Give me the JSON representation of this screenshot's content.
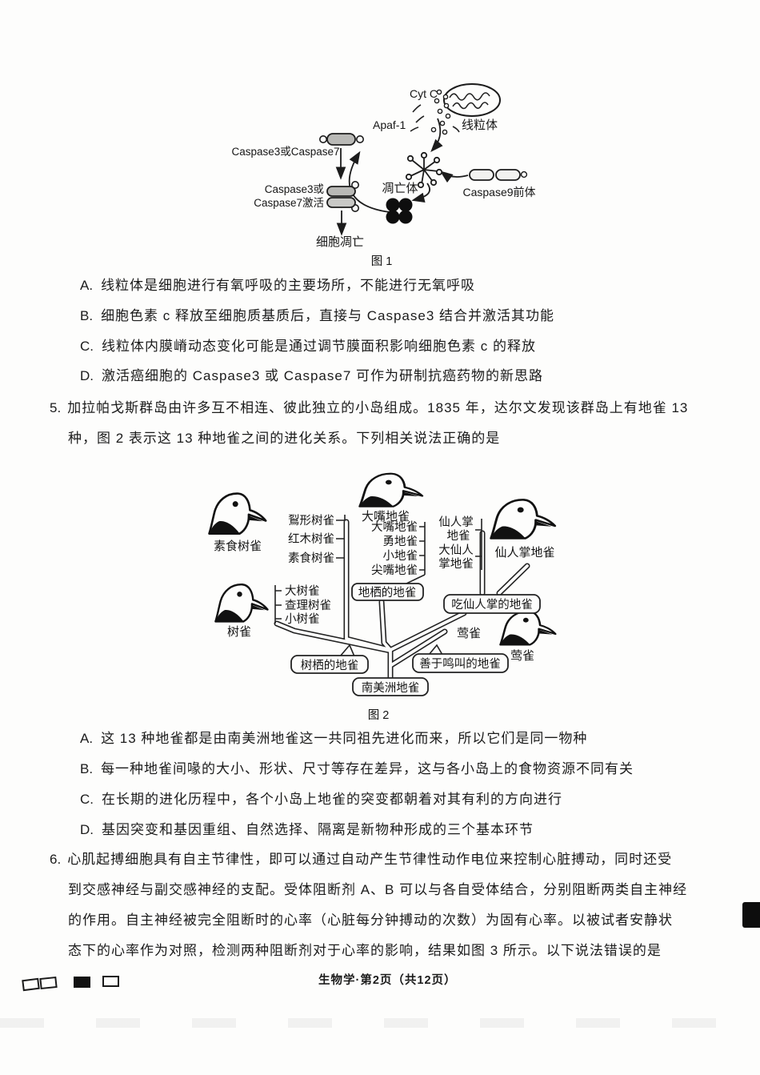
{
  "fig1": {
    "cyt_c": "Cyt C",
    "mitochondria": "线粒体",
    "apaf1": "Apaf-1",
    "caspase37": "Caspase3或Caspase7",
    "apoptosome": "凋亡体",
    "caspase9_precursor": "Caspase9前体",
    "caspase3_line": "Caspase3或",
    "caspase7_line": "Caspase7激活",
    "cell_apoptosis": "细胞凋亡",
    "caption": "图 1"
  },
  "q4": {
    "options": [
      {
        "label": "A.",
        "text": "线粒体是细胞进行有氧呼吸的主要场所，不能进行无氧呼吸"
      },
      {
        "label": "B.",
        "text": "细胞色素 c 释放至细胞质基质后，直接与 Caspase3 结合并激活其功能"
      },
      {
        "label": "C.",
        "text": "线粒体内膜嵴动态变化可能是通过调节膜面积影响细胞色素 c 的释放"
      },
      {
        "label": "D.",
        "text": "激活癌细胞的 Caspase3 或 Caspase7 可作为研制抗癌药物的新思路"
      }
    ]
  },
  "q5": {
    "number": "5.",
    "stem_lines": [
      "加拉帕戈斯群岛由许多互不相连、彼此独立的小岛组成。1835 年，达尔文发现该群岛上有地雀 13",
      "种，图 2 表示这 13 种地雀之间的进化关系。下列相关说法正确的是"
    ],
    "options": [
      {
        "label": "A.",
        "text": "这 13 种地雀都是由南美洲地雀这一共同祖先进化而来，所以它们是同一物种"
      },
      {
        "label": "B.",
        "text": "每一种地雀间喙的大小、形状、尺寸等存在差异，这与各小岛上的食物资源不同有关"
      },
      {
        "label": "C.",
        "text": "在长期的进化历程中，各个小岛上地雀的突变都朝着对其有利的方向进行"
      },
      {
        "label": "D.",
        "text": "基因突变和基因重组、自然选择、隔离是新物种形成的三个基本环节"
      }
    ]
  },
  "fig2": {
    "birds": {
      "vegetarian": "素食树雀",
      "tree": "树雀",
      "large_ground": "大嘴地雀",
      "cactus": "仙人掌地雀",
      "warbler": "莺雀"
    },
    "tree_finches_upper": [
      "鴷形树雀",
      "红木树雀",
      "素食树雀"
    ],
    "tree_finches_lower": [
      "大树雀",
      "查理树雀",
      "小树雀"
    ],
    "ground_finches": [
      "大嘴地雀",
      "勇地雀",
      "小地雀",
      "尖嘴地雀"
    ],
    "cactus_finches_lines": [
      "仙人掌",
      "地雀",
      "大仙人",
      "掌地雀"
    ],
    "warbler_branch_label": "莺雀",
    "boxes": {
      "ground_dwelling": "地栖的地雀",
      "cactus_eating": "吃仙人掌的地雀",
      "tree_dwelling": "树栖的地雀",
      "singing": "善于鸣叫的地雀",
      "south_american": "南美洲地雀"
    },
    "caption": "图 2"
  },
  "q6": {
    "number": "6.",
    "stem_lines": [
      "心肌起搏细胞具有自主节律性，即可以通过自动产生节律性动作电位来控制心脏搏动，同时还受",
      "到交感神经与副交感神经的支配。受体阻断剂 A、B 可以与各自受体结合，分别阻断两类自主神经",
      "的作用。自主神经被完全阻断时的心率（心脏每分钟搏动的次数）为固有心率。以被试者安静状",
      "态下的心率作为对照，检测两种阻断剂对于心率的影响，结果如图 3 所示。以下说法错误的是"
    ]
  },
  "footer": {
    "text": "生物学·第2页（共12页）"
  }
}
